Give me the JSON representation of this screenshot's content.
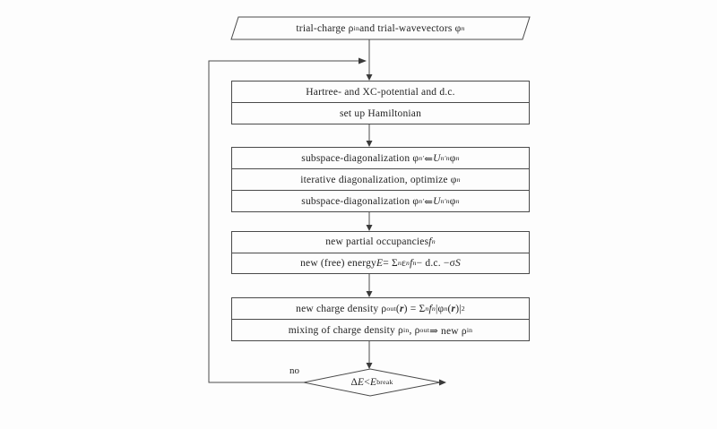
{
  "colors": {
    "line": "#4a4a4a",
    "text": "#232323",
    "background": "#fdfdfd"
  },
  "nodes": {
    "trial_input": [
      {
        "t": "trial-charge ρ"
      },
      {
        "t": "in",
        "sub": true
      },
      {
        "t": " and trial-wavevectors φ"
      },
      {
        "t": "n",
        "sub": true,
        "i": true
      }
    ],
    "hartree_xc": "Hartree- and XC-potential and d.c.",
    "setup_hamiltonian": "set up Hamiltonian",
    "subspace_diag_1": [
      {
        "t": "subspace-diagonalization φ"
      },
      {
        "t": "n′",
        "sub": true,
        "i": true
      },
      {
        "t": " ⇐ "
      },
      {
        "t": "U",
        "i": true
      },
      {
        "t": "n′n",
        "sub": true,
        "i": true
      },
      {
        "t": "φ"
      },
      {
        "t": "n",
        "sub": true,
        "i": true
      }
    ],
    "iterative_diag": [
      {
        "t": "iterative diagonalization, optimize φ"
      },
      {
        "t": "n",
        "sub": true,
        "i": true
      }
    ],
    "subspace_diag_2": [
      {
        "t": "subspace-diagonalization φ"
      },
      {
        "t": "n′",
        "sub": true,
        "i": true
      },
      {
        "t": " ⇐ "
      },
      {
        "t": "U",
        "i": true
      },
      {
        "t": "n′n",
        "sub": true,
        "i": true
      },
      {
        "t": "φ"
      },
      {
        "t": "n",
        "sub": true,
        "i": true
      }
    ],
    "partial_occupancies": [
      {
        "t": "new partial occupancies "
      },
      {
        "t": "f",
        "i": true
      },
      {
        "t": "n",
        "sub": true,
        "i": true
      }
    ],
    "free_energy": [
      {
        "t": "new (free) energy "
      },
      {
        "t": "E",
        "i": true
      },
      {
        "t": " = Σ"
      },
      {
        "t": "n",
        "sub": true,
        "i": true
      },
      {
        "t": " ε"
      },
      {
        "t": "n",
        "sub": true,
        "i": true
      },
      {
        "t": " f",
        "i": true
      },
      {
        "t": "n",
        "sub": true,
        "i": true
      },
      {
        "t": " − d.c. −σ"
      },
      {
        "t": "S",
        "i": true
      }
    ],
    "charge_density": [
      {
        "t": "new charge density ρ"
      },
      {
        "t": "out",
        "sub": true
      },
      {
        "t": "("
      },
      {
        "t": "r",
        "b": true,
        "i": true
      },
      {
        "t": ") = Σ"
      },
      {
        "t": "n",
        "sub": true,
        "i": true
      },
      {
        "t": " f",
        "i": true
      },
      {
        "t": "n",
        "sub": true,
        "i": true
      },
      {
        "t": "|φ"
      },
      {
        "t": "n",
        "sub": true,
        "i": true
      },
      {
        "t": "("
      },
      {
        "t": "r",
        "b": true,
        "i": true
      },
      {
        "t": ")|"
      },
      {
        "t": "2",
        "sup": true
      }
    ],
    "mixing": [
      {
        "t": "mixing of charge density ρ"
      },
      {
        "t": "in",
        "sub": true
      },
      {
        "t": ", ρ"
      },
      {
        "t": "out",
        "sub": true
      },
      {
        "t": " ⇒ new ρ"
      },
      {
        "t": "in",
        "sub": true
      }
    ],
    "convergence_check": [
      {
        "t": "Δ"
      },
      {
        "t": "E",
        "i": true
      },
      {
        "t": " < "
      },
      {
        "t": "E",
        "i": true
      },
      {
        "t": "break",
        "sub": true
      }
    ]
  },
  "edge_labels": {
    "no": "no"
  }
}
